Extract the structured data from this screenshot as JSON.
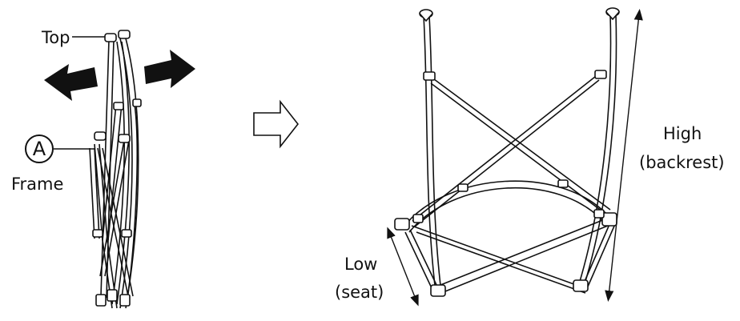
{
  "labels": {
    "top": "Top",
    "frame": "Frame",
    "marker": "A",
    "high": "High",
    "backrest": "(backrest)",
    "low": "Low",
    "seat": "(seat)"
  },
  "colors": {
    "line": "#111111",
    "fill": "#ffffff",
    "arrow_fill": "#111111"
  },
  "icons": {
    "left": "arrow-left-solid",
    "right": "arrow-right-solid",
    "transition": "arrow-right-outline"
  }
}
